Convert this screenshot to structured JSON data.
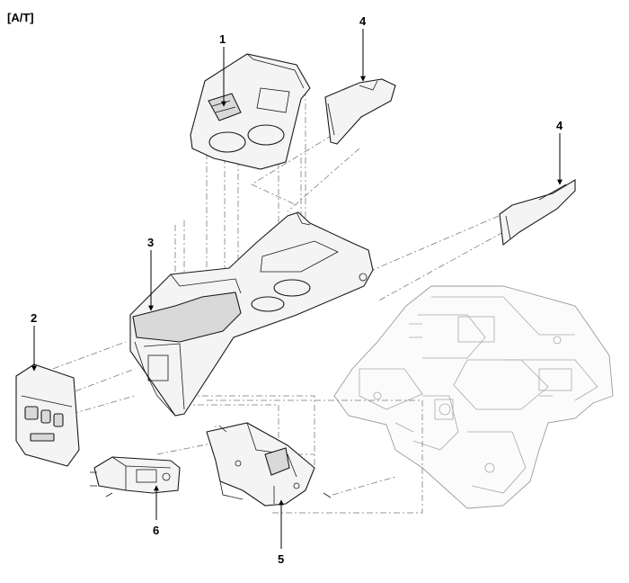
{
  "header": {
    "variant": "[A/T]"
  },
  "callouts": {
    "c1": "1",
    "c2": "2",
    "c3": "3",
    "c4a": "4",
    "c4b": "4",
    "c5": "5",
    "c6": "6"
  }
}
